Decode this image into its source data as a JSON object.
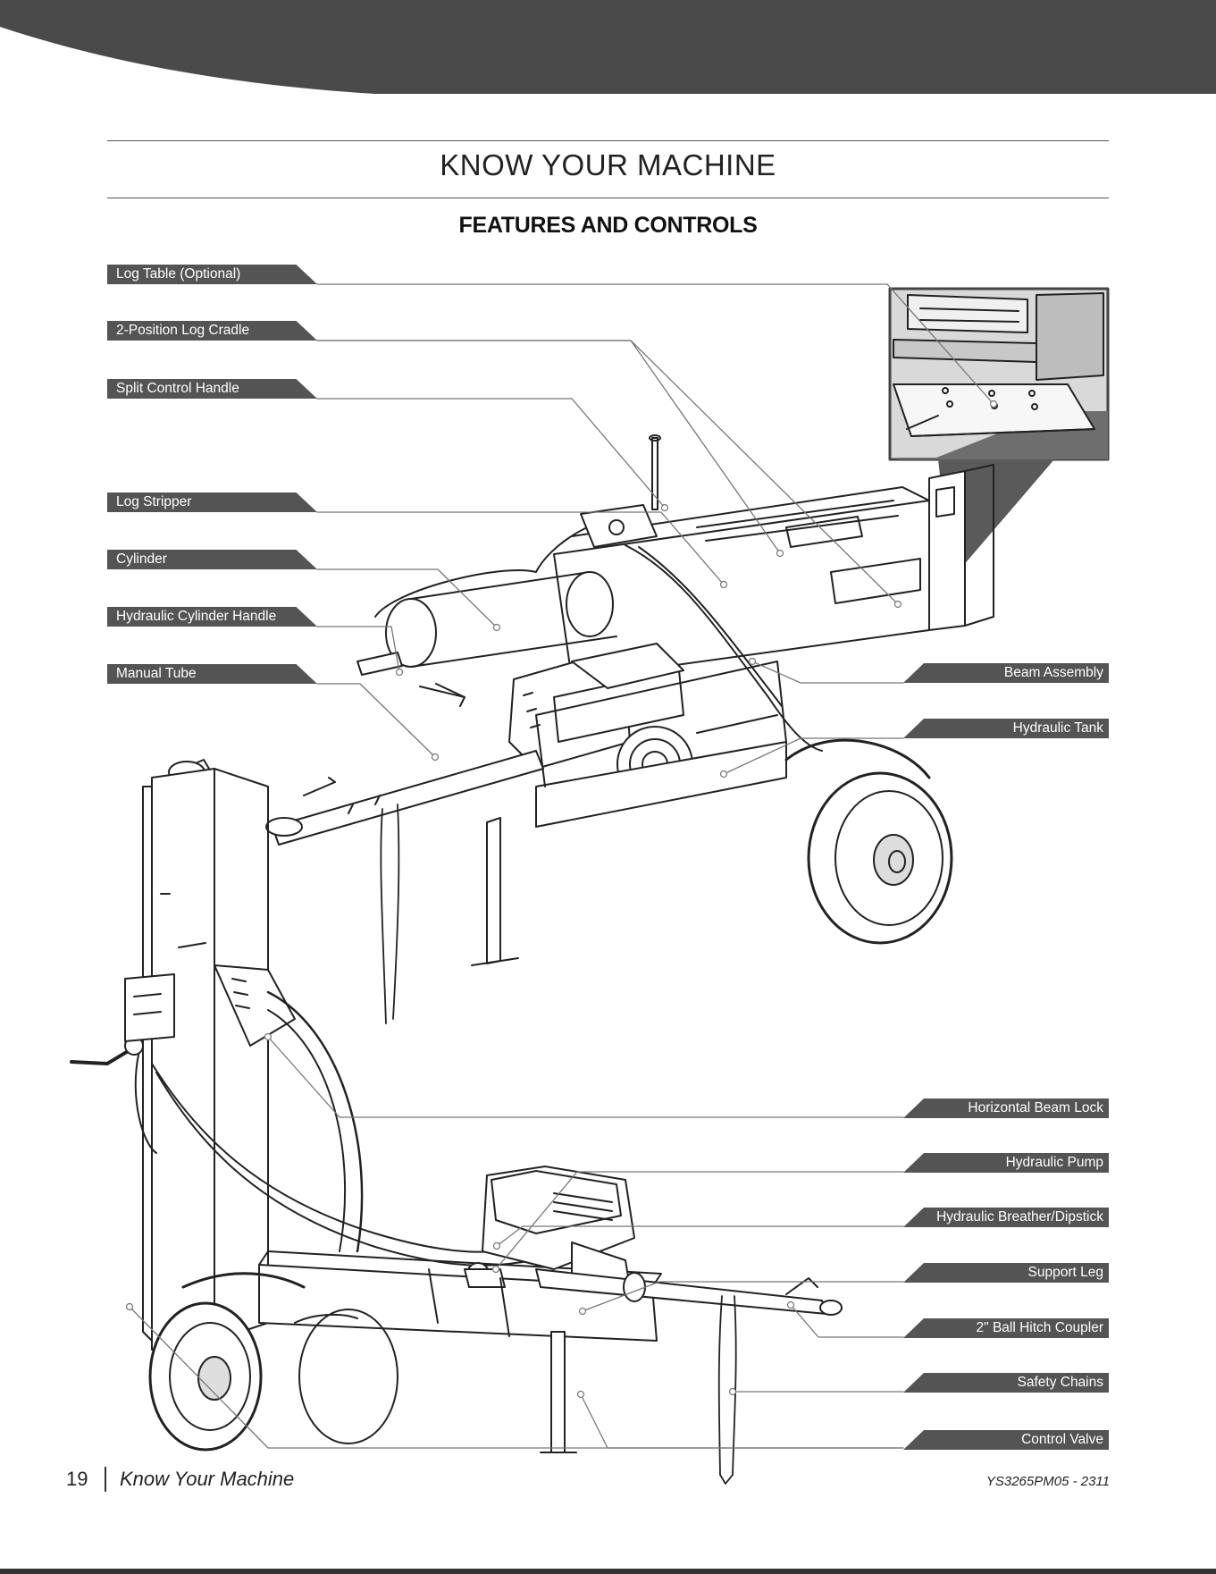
{
  "header": {
    "title": "KNOW YOUR MACHINE",
    "subtitle": "FEATURES AND CONTROLS"
  },
  "labels_left": [
    "Log Table (Optional)",
    "2-Position Log Cradle",
    "Split Control Handle",
    "Log Stripper",
    "Cylinder",
    "Hydraulic Cylinder Handle",
    "Manual Tube"
  ],
  "labels_right": [
    "Beam Assembly",
    "Hydraulic Tank",
    "Horizontal Beam Lock",
    "Hydraulic Pump",
    "Hydraulic Breather/Dipstick",
    "Support Leg",
    "2\" Ball Hitch Coupler",
    "Safety Chains",
    "Control Valve"
  ],
  "footer": {
    "page_number": "19",
    "section": "Know Your Machine",
    "doc_code": "YS3265PM05 - 2311"
  },
  "colors": {
    "banner": "#4a4a4a",
    "label_bg": "#545454",
    "label_text": "#ffffff",
    "rule": "#555555"
  }
}
